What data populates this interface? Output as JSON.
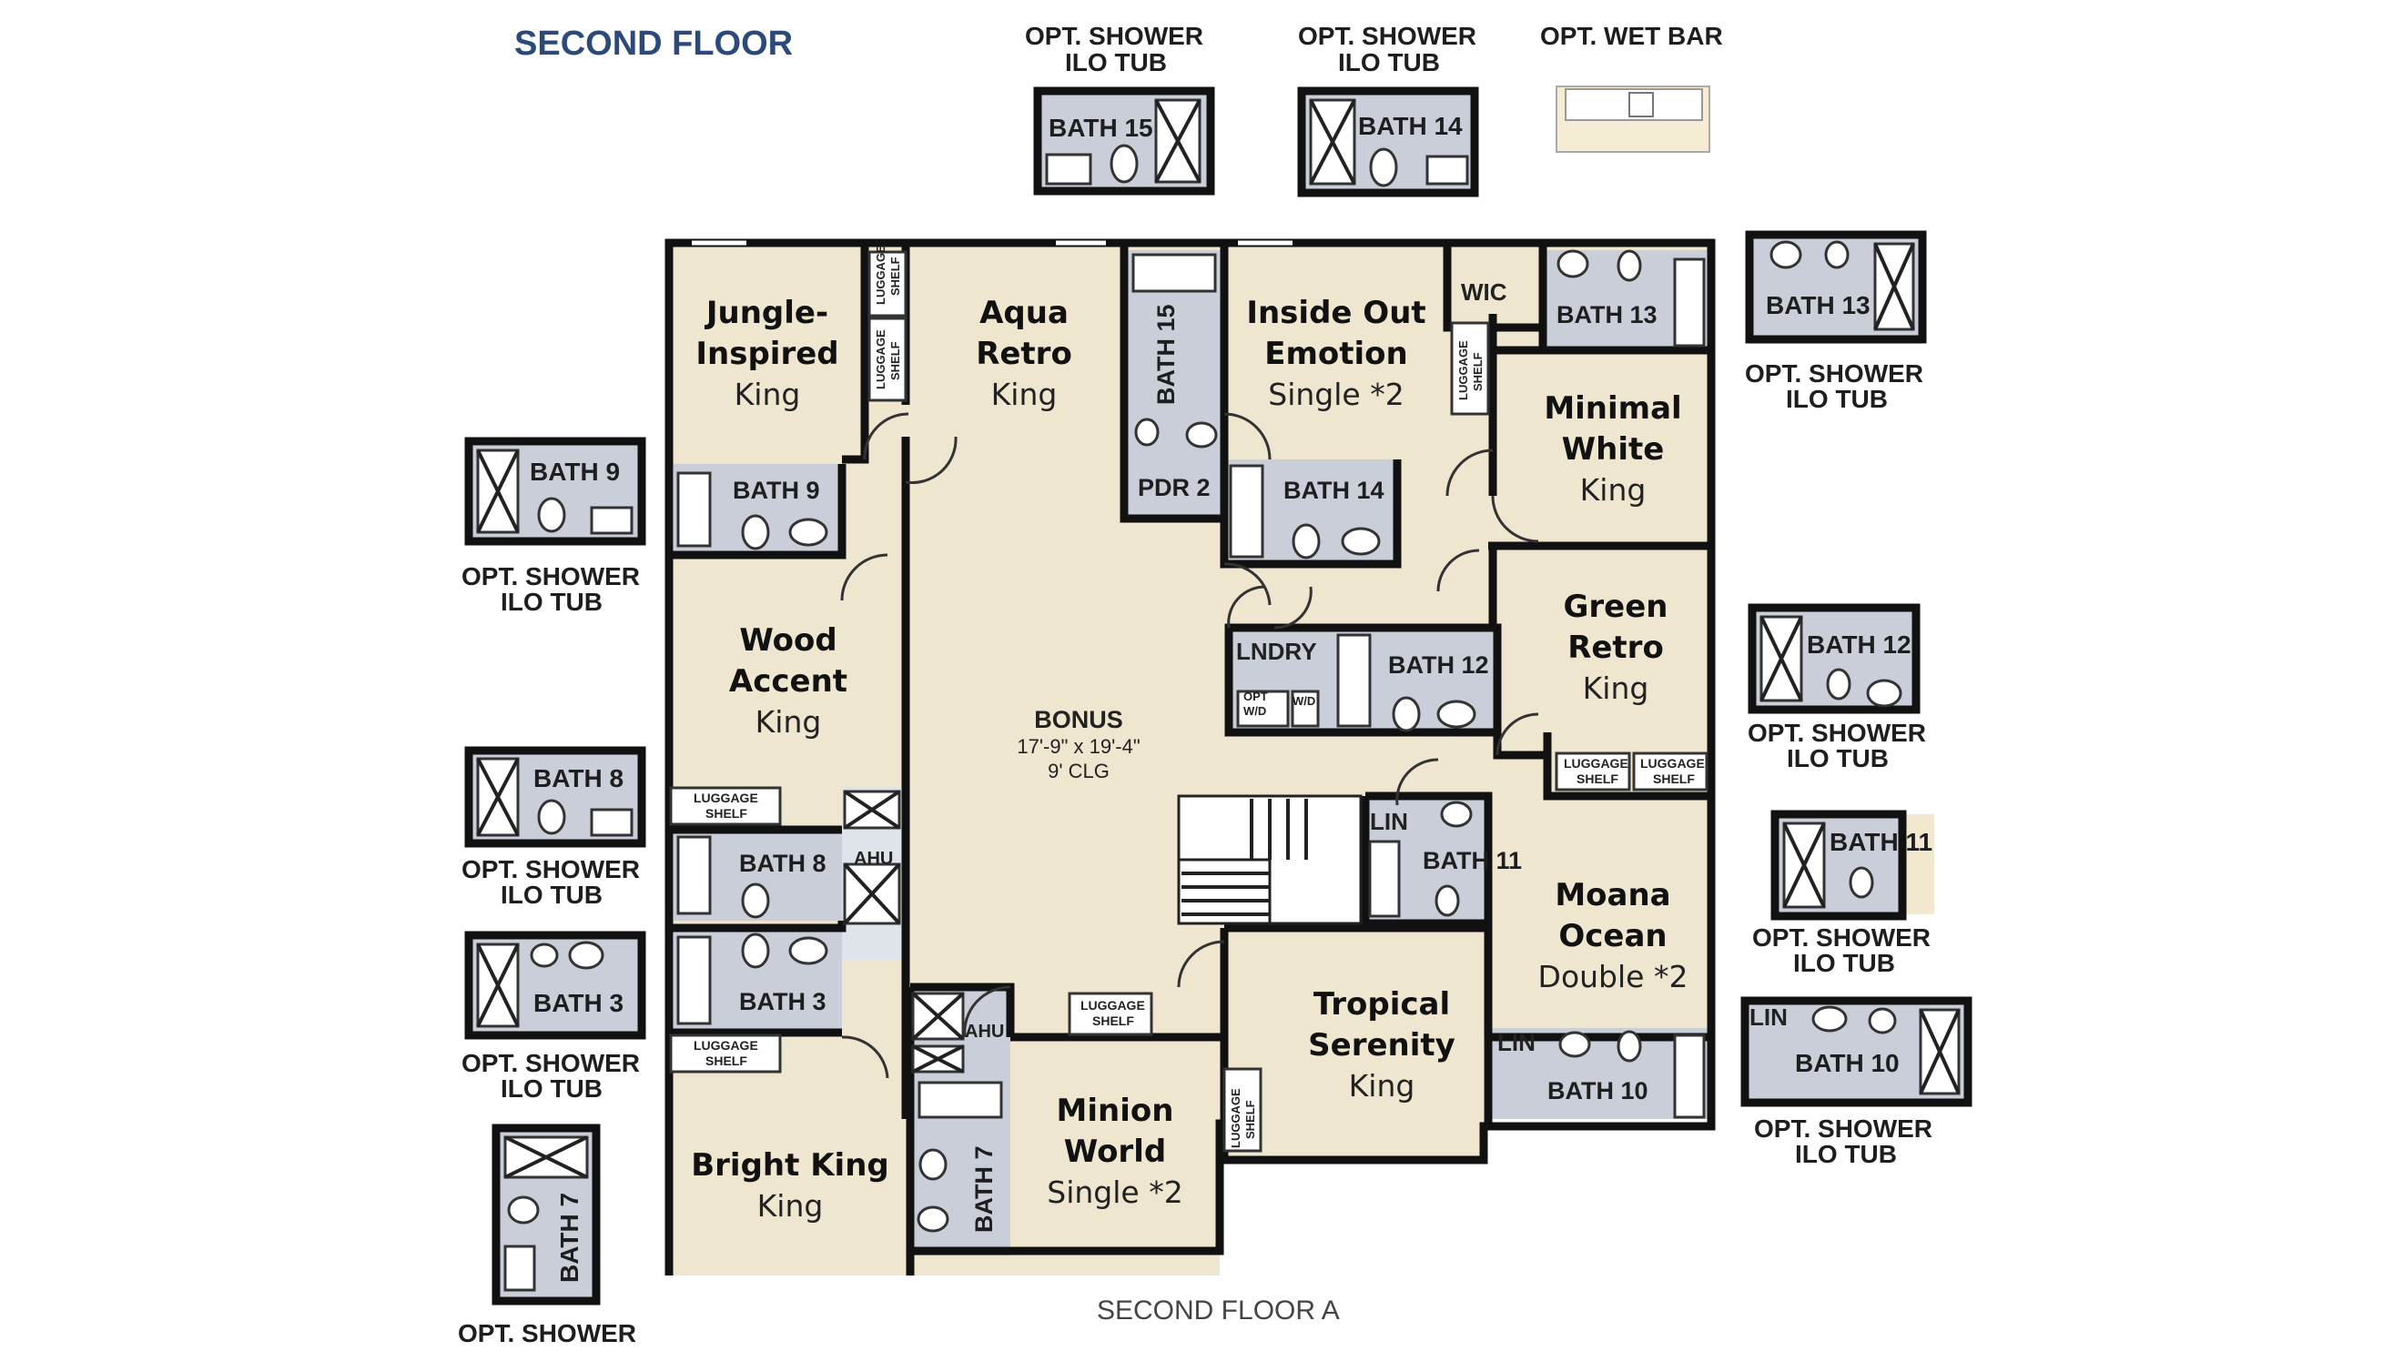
{
  "header": {
    "title": "SECOND FLOOR",
    "title_color": "#2b4a7a"
  },
  "footer": {
    "caption": "SECOND FLOOR A"
  },
  "colors": {
    "room_fill": "#efe6cf",
    "bath_fill": "#c9ced8",
    "wall": "#111111"
  },
  "options": {
    "shower": "OPT. SHOWER",
    "ilo": "ILO TUB",
    "wet_bar": "OPT. WET BAR"
  },
  "rooms": {
    "jungle": {
      "name1": "Jungle-",
      "name2": "Inspired",
      "bed": "King"
    },
    "aqua": {
      "name1": "Aqua",
      "name2": "Retro",
      "bed": "King"
    },
    "inside": {
      "name1": "Inside Out",
      "name2": "Emotion",
      "bed": "Single *2"
    },
    "minimal": {
      "name1": "Minimal",
      "name2": "White",
      "bed": "King"
    },
    "wood": {
      "name1": "Wood",
      "name2": "Accent",
      "bed": "King"
    },
    "green": {
      "name1": "Green",
      "name2": "Retro",
      "bed": "King"
    },
    "moana": {
      "name1": "Moana",
      "name2": "Ocean",
      "bed": "Double *2"
    },
    "tropical": {
      "name1": "Tropical",
      "name2": "Serenity",
      "bed": "King"
    },
    "minion": {
      "name1": "Minion",
      "name2": "World",
      "bed": "Single *2"
    },
    "bright": {
      "name1": "Bright King",
      "bed": "King"
    },
    "bonus": {
      "name": "BONUS",
      "size": "17'-9\" x 19'-4\"",
      "clg": "9' CLG"
    }
  },
  "baths": {
    "b15": "BATH 15",
    "b14": "BATH 14",
    "b13": "BATH 13",
    "b12": "BATH 12",
    "b11": "BATH 11",
    "b10": "BATH 10",
    "b9": "BATH 9",
    "b8": "BATH 8",
    "b7": "BATH 7",
    "b3": "BATH 3",
    "pdr2": "PDR 2"
  },
  "labels": {
    "wic": "WIC",
    "lndry": "LNDRY",
    "lin": "LIN",
    "ahu": "AHU",
    "luggage": "LUGGAGE",
    "shelf": "SHELF",
    "opt_wd": "OPT",
    "wd": "W/D"
  }
}
